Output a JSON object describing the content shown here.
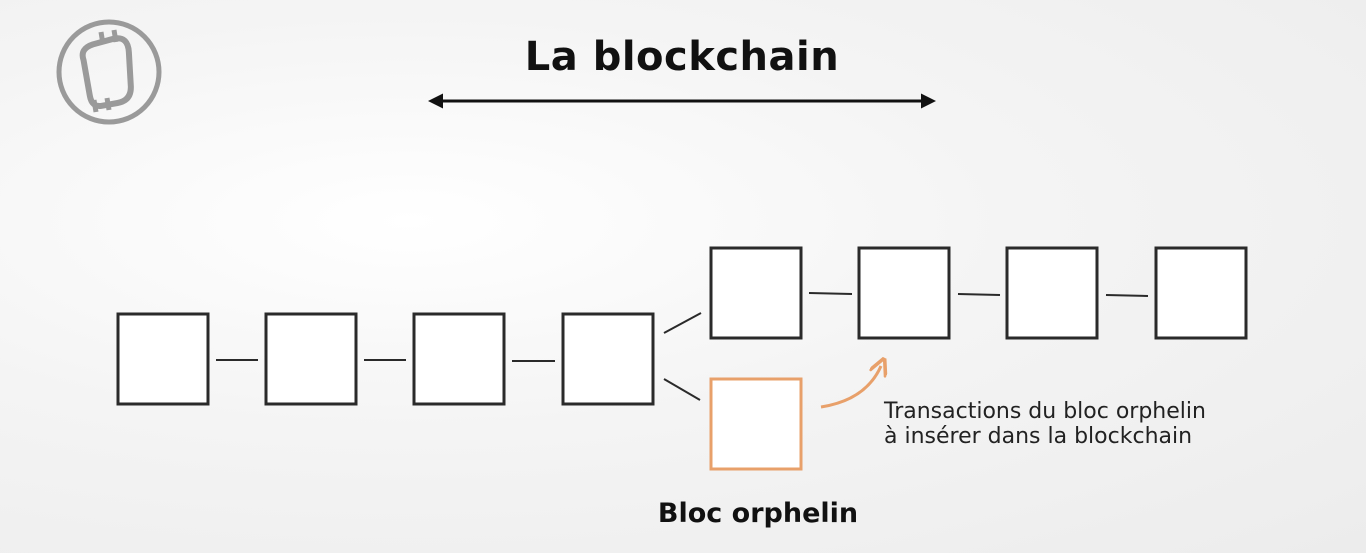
{
  "title": "La blockchain",
  "orphan_block_label": "Bloc orphelin",
  "orphan_note": {
    "line1": "Transactions du bloc orphelin",
    "line2": "à insérer dans la blockchain"
  },
  "colors": {
    "block_stroke": "#2a2a2a",
    "orphan_stroke": "#e8a06a",
    "logo": "#9a9a9a",
    "text": "#111111"
  },
  "icons": {
    "logo": "bitcoin-logo-icon"
  }
}
